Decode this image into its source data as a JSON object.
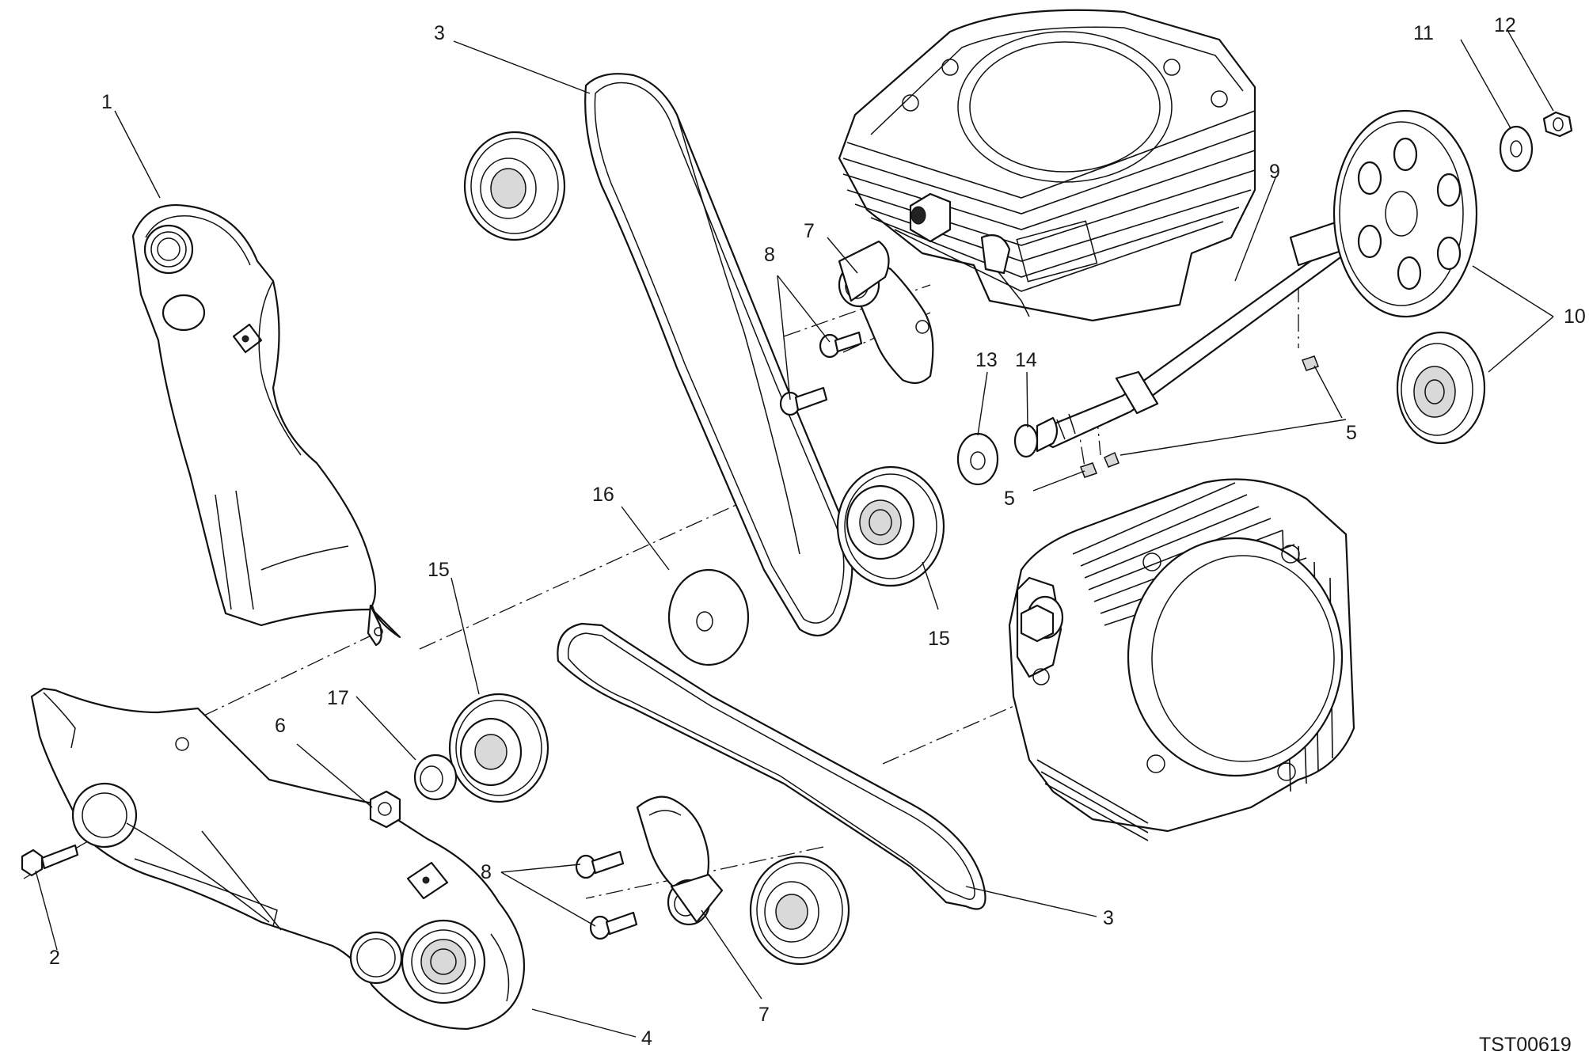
{
  "diagram": {
    "reference_code": "TST00619",
    "callouts": [
      {
        "id": "1",
        "label": "1"
      },
      {
        "id": "2",
        "label": "2"
      },
      {
        "id": "3a",
        "label": "3"
      },
      {
        "id": "3b",
        "label": "3"
      },
      {
        "id": "4",
        "label": "4"
      },
      {
        "id": "5a",
        "label": "5"
      },
      {
        "id": "5b",
        "label": "5"
      },
      {
        "id": "6",
        "label": "6"
      },
      {
        "id": "7a",
        "label": "7"
      },
      {
        "id": "7b",
        "label": "7"
      },
      {
        "id": "8a",
        "label": "8"
      },
      {
        "id": "8b",
        "label": "8"
      },
      {
        "id": "9",
        "label": "9"
      },
      {
        "id": "10",
        "label": "10"
      },
      {
        "id": "11",
        "label": "11"
      },
      {
        "id": "12",
        "label": "12"
      },
      {
        "id": "13",
        "label": "13"
      },
      {
        "id": "14",
        "label": "14"
      },
      {
        "id": "15a",
        "label": "15"
      },
      {
        "id": "15b",
        "label": "15"
      },
      {
        "id": "16",
        "label": "16"
      },
      {
        "id": "17",
        "label": "17"
      }
    ]
  }
}
